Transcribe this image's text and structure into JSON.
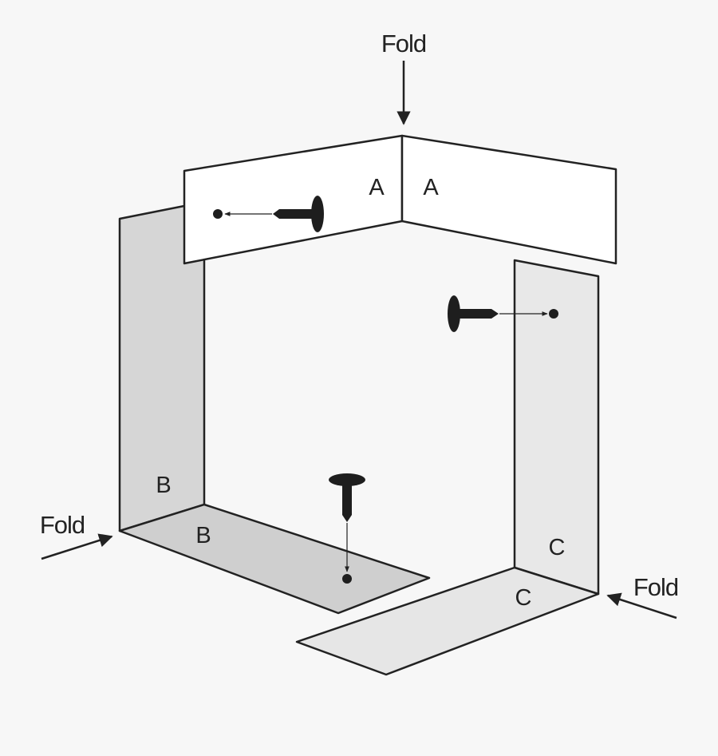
{
  "fold_labels": {
    "top": "Fold",
    "left": "Fold",
    "right": "Fold"
  },
  "panel_labels": {
    "a_left": "A",
    "a_right": "A",
    "b_side": "B",
    "b_base": "B",
    "c_side": "C",
    "c_base": "C"
  },
  "colors": {
    "background": "#f7f7f7",
    "outline": "#222222",
    "panel_a": "#ffffff",
    "panel_b_side": "#d6d6d6",
    "panel_b_base": "#cfcfcf",
    "panel_c_side": "#e8e8e8",
    "panel_c_base": "#e6e6e6",
    "fastener": "#1e1e1e"
  },
  "icons": {
    "fastener": "screw-icon",
    "target": "hole-dot-icon",
    "fold_pointer": "arrow-icon"
  }
}
